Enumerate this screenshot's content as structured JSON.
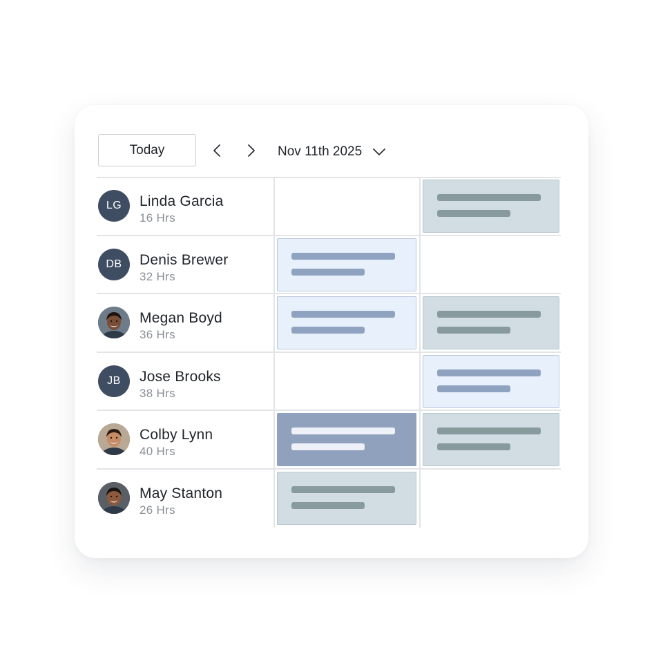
{
  "toolbar": {
    "today_label": "Today",
    "prev_icon": "chevron-left-icon",
    "next_icon": "chevron-right-icon",
    "date_label": "Nov 11th 2025",
    "date_dropdown_icon": "chevron-down-icon"
  },
  "employees": [
    {
      "initials": "LG",
      "name": "Linda Garcia",
      "hours": "16 Hrs",
      "photo": false
    },
    {
      "initials": "DB",
      "name": "Denis Brewer",
      "hours": "32 Hrs",
      "photo": false
    },
    {
      "initials": "",
      "name": "Megan Boyd",
      "hours": "36 Hrs",
      "photo": true
    },
    {
      "initials": "JB",
      "name": "Jose Brooks",
      "hours": "38 Hrs",
      "photo": false
    },
    {
      "initials": "",
      "name": "Colby Lynn",
      "hours": "40 Hrs",
      "photo": true
    },
    {
      "initials": "",
      "name": "May Stanton",
      "hours": "26 Hrs",
      "photo": true
    }
  ],
  "shifts": [
    {
      "row": 0,
      "col": 1,
      "style": "gray"
    },
    {
      "row": 1,
      "col": 0,
      "style": "light"
    },
    {
      "row": 2,
      "col": 0,
      "style": "light"
    },
    {
      "row": 2,
      "col": 1,
      "style": "gray"
    },
    {
      "row": 3,
      "col": 1,
      "style": "light"
    },
    {
      "row": 4,
      "col": 0,
      "style": "dark"
    },
    {
      "row": 4,
      "col": 1,
      "style": "gray"
    },
    {
      "row": 5,
      "col": 0,
      "style": "gray"
    }
  ],
  "colors": {
    "avatar_bg": "#3f4d63",
    "shift_light": "#e8f0fb",
    "shift_gray": "#d1dce3",
    "shift_dark": "#8fa1bd"
  }
}
